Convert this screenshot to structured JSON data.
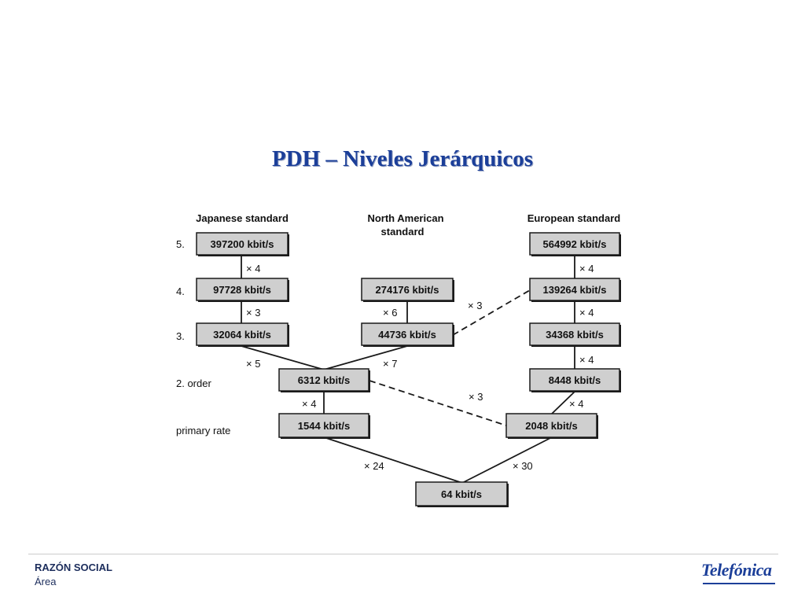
{
  "slide": {
    "title": "PDH – Niveles Jerárquicos"
  },
  "diagram": {
    "column_headers": [
      "Japanese standard",
      "North American",
      "standard",
      "European standard"
    ],
    "row_labels": [
      "5.",
      "4.",
      "3.",
      "2. order",
      "primary rate"
    ],
    "boxes": [
      {
        "id": "jp5",
        "label": "397200 kbit/s"
      },
      {
        "id": "jp4",
        "label": "97728 kbit/s"
      },
      {
        "id": "jp3",
        "label": "32064 kbit/s"
      },
      {
        "id": "na4",
        "label": "274176 kbit/s"
      },
      {
        "id": "na3",
        "label": "44736 kbit/s"
      },
      {
        "id": "eu5",
        "label": "564992 kbit/s"
      },
      {
        "id": "eu4",
        "label": "139264 kbit/s"
      },
      {
        "id": "eu3",
        "label": "34368 kbit/s"
      },
      {
        "id": "eu2",
        "label": "8448 kbit/s"
      },
      {
        "id": "sec",
        "label": "6312 kbit/s"
      },
      {
        "id": "t1",
        "label": "1544 kbit/s"
      },
      {
        "id": "e1",
        "label": "2048 kbit/s"
      },
      {
        "id": "base",
        "label": "64 kbit/s"
      }
    ],
    "multipliers": [
      {
        "id": "jp5-4",
        "label": "× 4"
      },
      {
        "id": "jp4-3",
        "label": "× 3"
      },
      {
        "id": "jp3-2",
        "label": "× 5"
      },
      {
        "id": "na4-3",
        "label": "× 6"
      },
      {
        "id": "na3-2",
        "label": "× 7"
      },
      {
        "id": "na-eu",
        "label": "× 3"
      },
      {
        "id": "eu5-4",
        "label": "× 4"
      },
      {
        "id": "eu4-3",
        "label": "× 4"
      },
      {
        "id": "eu3-2",
        "label": "× 4"
      },
      {
        "id": "eu2-1",
        "label": "× 4"
      },
      {
        "id": "sec-e1",
        "label": "× 3"
      },
      {
        "id": "sec-t1",
        "label": "× 4"
      },
      {
        "id": "t1-64",
        "label": "× 24"
      },
      {
        "id": "e1-64",
        "label": "× 30"
      }
    ]
  },
  "footer": {
    "company": "RAZÓN SOCIAL",
    "area": "Área",
    "logo_text": "Telefónica"
  },
  "colors": {
    "title": "#1c3f99",
    "box_fill": "#cfcfcf",
    "box_border": "#1a1a1a",
    "footer_text": "#1c2d5c"
  }
}
